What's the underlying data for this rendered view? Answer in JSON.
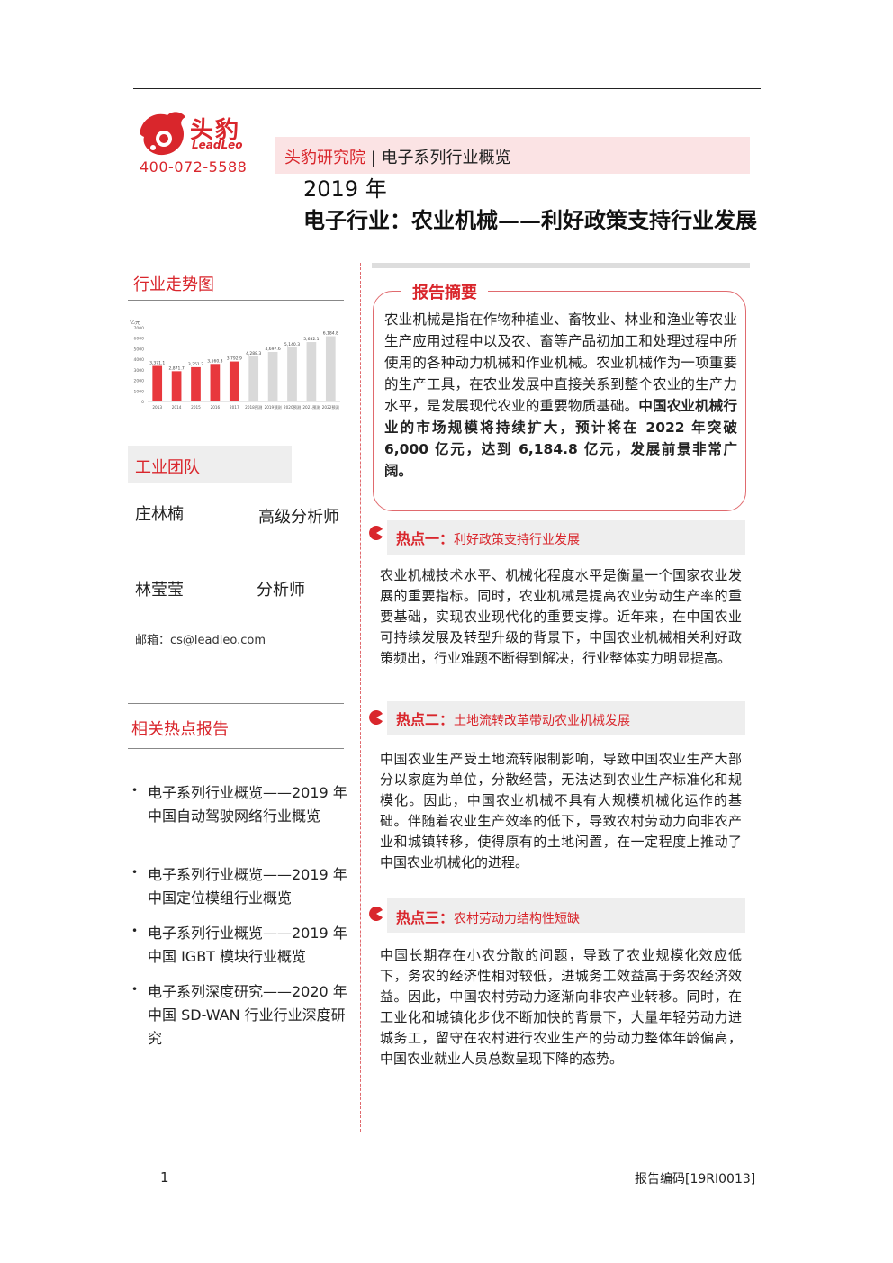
{
  "header": {
    "logo_cn": "头豹",
    "logo_en": "LeadLeo",
    "phone": "400-072-5588",
    "institute": "头豹研究院",
    "separator": "|",
    "series": "电子系列行业概览"
  },
  "title": {
    "year": "2019 年",
    "main": "电子行业：农业机械——利好政策支持行业发展"
  },
  "sidebar": {
    "trend_heading": "行业走势图",
    "team_heading": "工业团队",
    "team": [
      {
        "name": "庄林楠",
        "role": "高级分析师"
      },
      {
        "name": "林莹莹",
        "role": "分析师"
      }
    ],
    "email": "邮箱：cs@leadleo.com",
    "related_heading": "相关热点报告",
    "related": [
      "电子系列行业概览——2019 年中国自动驾驶网络行业概览",
      "电子系列行业概览——2019 年中国定位模组行业概览",
      "电子系列行业概览——2019 年中国 IGBT 模块行业概览",
      "电子系列深度研究——2020 年中国 SD-WAN 行业行业深度研究"
    ]
  },
  "summary": {
    "label": "报告摘要",
    "text_normal": "农业机械是指在作物种植业、畜牧业、林业和渔业等农业生产应用过程中以及农、畜等产品初加工和处理过程中所使用的各种动力机械和作业机械。农业机械作为一项重要的生产工具，在农业发展中直接关系到整个农业的生产力水平，是发展现代农业的重要物质基础。",
    "text_bold": "中国农业机械行业的市场规模将持续扩大，预计将在 2022 年突破 6,000 亿元，达到 6,184.8 亿元，发展前景非常广阔。"
  },
  "hotspots": [
    {
      "label": "热点一：",
      "title": "利好政策支持行业发展",
      "text": "农业机械技术水平、机械化程度水平是衡量一个国家农业发展的重要指标。同时，农业机械是提高农业劳动生产率的重要基础，实现农业现代化的重要支撑。近年来，在中国农业可持续发展及转型升级的背景下，中国农业机械相关利好政策频出，行业难题不断得到解决，行业整体实力明显提高。"
    },
    {
      "label": "热点二：",
      "title": "土地流转改革带动农业机械发展",
      "text": "中国农业生产受土地流转限制影响，导致中国农业生产大部分以家庭为单位，分散经营，无法达到农业生产标准化和规模化。因此，中国农业机械不具有大规模机械化运作的基础。伴随着农业生产效率的低下，导致农村劳动力向非农产业和城镇转移，使得原有的土地闲置，在一定程度上推动了中国农业机械化的进程。"
    },
    {
      "label": "热点三：",
      "title": "农村劳动力结构性短缺",
      "text": "中国长期存在小农分散的问题，导致了农业规模化效应低下，务农的经济性相对较低，进城务工效益高于务农经济效益。因此，中国农村劳动力逐渐向非农产业转移。同时，在工业化和城镇化步伐不断加快的背景下，大量年轻劳动力进城务工，留守在农村进行农业生产的劳动力整体年龄偏高，中国农业就业人员总数呈现下降的态势。"
    }
  ],
  "footer": {
    "page": "1",
    "code": "报告编码[19RI0013]"
  },
  "chart_data": {
    "type": "bar",
    "ylabel": "亿元",
    "categories": [
      "2013",
      "2014",
      "2015",
      "2016",
      "2017",
      "2018预测",
      "2019预测",
      "2020预测",
      "2021预测",
      "2022预测"
    ],
    "values": [
      3371.1,
      2871.7,
      3251.2,
      3560.3,
      3792.9,
      4288.3,
      4697.6,
      5140.3,
      5632.1,
      6184.8
    ],
    "labels": [
      "3,371.1",
      "2,871.7",
      "3,251.2",
      "3,560.3",
      "3,792.9",
      "4,288.3",
      "4,697.6",
      "5,140.3",
      "5,632.1",
      "6,184.8"
    ],
    "colors": {
      "actual": "#e8383d",
      "forecast": "#d9d9d9"
    },
    "ylim": [
      0,
      7000
    ],
    "yticks": [
      "7000",
      "6000",
      "5000",
      "4000",
      "3000",
      "2000",
      "1000",
      "0"
    ]
  }
}
